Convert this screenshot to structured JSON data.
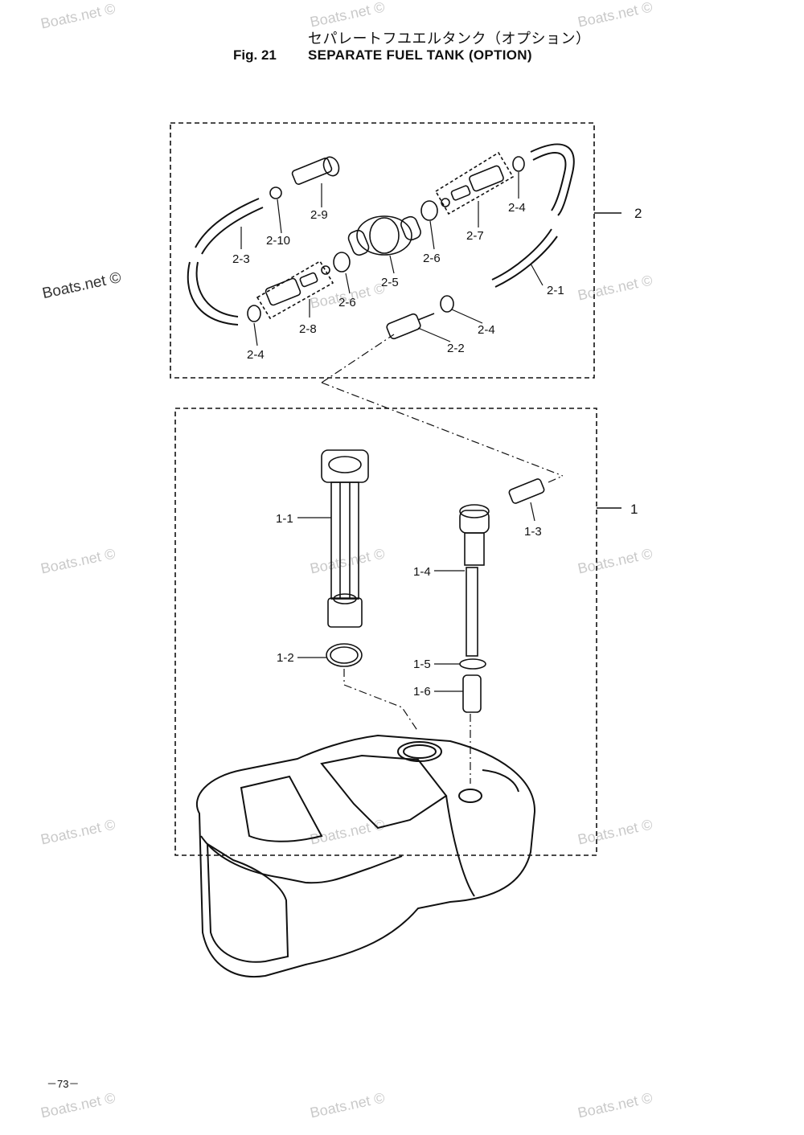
{
  "header": {
    "japanese_title": "セパレートフユエルタンク（オプション）",
    "figure_number": "Fig. 21",
    "figure_title": "SEPARATE FUEL TANK (OPTION)"
  },
  "page_number": "－73－",
  "watermark": "Boats.net ©",
  "groups": [
    {
      "label": "2"
    },
    {
      "label": "1"
    }
  ],
  "parts": {
    "p2_1": "2-1",
    "p2_2": "2-2",
    "p2_3": "2-3",
    "p2_4a": "2-4",
    "p2_4b": "2-4",
    "p2_4c": "2-4",
    "p2_5": "2-5",
    "p2_6a": "2-6",
    "p2_6b": "2-6",
    "p2_7": "2-7",
    "p2_8": "2-8",
    "p2_9": "2-9",
    "p2_10": "2-10",
    "p1_1": "1-1",
    "p1_2": "1-2",
    "p1_3": "1-3",
    "p1_4": "1-4",
    "p1_5": "1-5",
    "p1_6": "1-6"
  }
}
